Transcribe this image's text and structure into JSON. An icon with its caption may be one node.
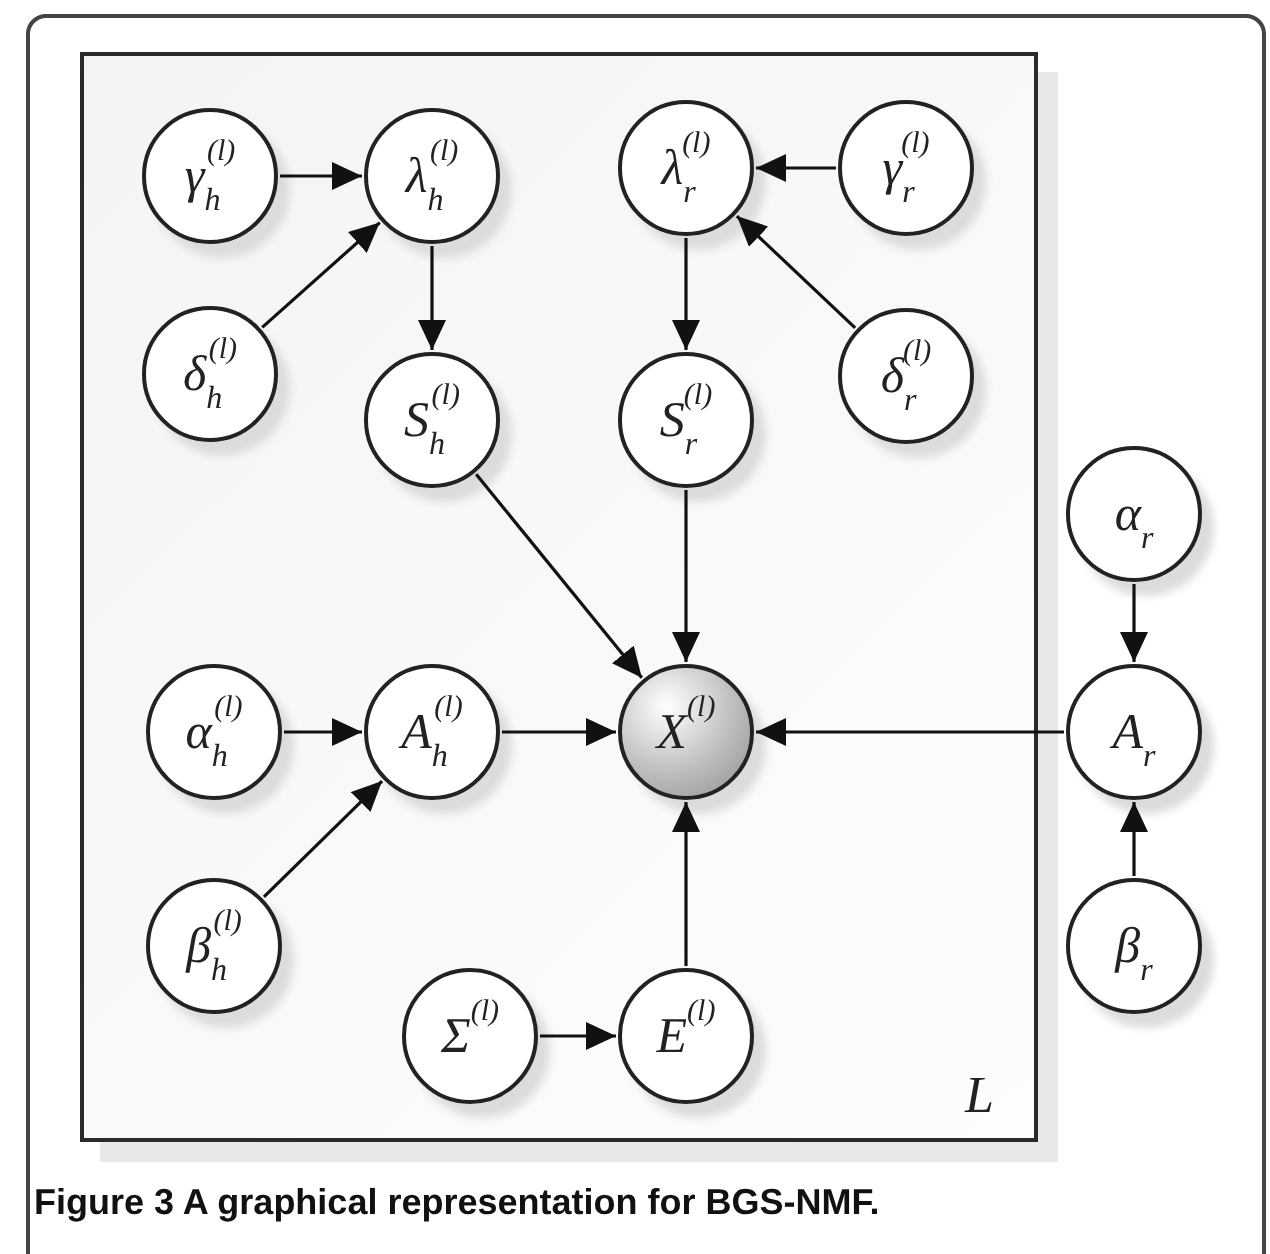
{
  "diagram": {
    "caption": "Figure 3 A graphical representation for BGS-NMF.",
    "nodes": [
      {
        "text": [
          "L"
        ]
      },
      {
        "text": [
          "γ$_{h}$$^{(l)}$"
        ],
        "in": 0
      },
      {
        "text": [
          "λ$_{h}$$^{(l)}$"
        ],
        "in": 0
      },
      {
        "text": [
          "λ$_{r}$$^{(l)}$"
        ],
        "in": 0
      },
      {
        "text": [
          "γ$_{r}$$^{(l)}$"
        ],
        "in": 0
      },
      {
        "text": [
          "δ$_{h}$$^{(l)}$"
        ],
        "in": 0
      },
      {
        "text": [
          "S$_{h}$$^{(l)}$"
        ],
        "in": 0
      },
      {
        "text": [
          "S$_{r}$$^{(l)}$"
        ],
        "in": 0
      },
      {
        "text": [
          "δ$_{r}$$^{(l)}$"
        ],
        "in": 0
      },
      {
        "text": [
          "α$_{r}$"
        ]
      },
      {
        "text": [
          "α$_{h}$$^{(l)}$"
        ],
        "in": 0
      },
      {
        "text": [
          "A$_{h}$$^{(l)}$"
        ],
        "in": 0
      },
      {
        "text": [
          "X$^{(l)}$"
        ],
        "in": 0
      },
      {
        "text": [
          "A$_{r}$"
        ]
      },
      {
        "text": [
          "β$_{h}$$^{(l)}$"
        ],
        "in": 0
      },
      {
        "text": [
          "β$_{r}$"
        ]
      },
      {
        "text": [
          "Σ$^{(l)}$"
        ],
        "in": 0
      },
      {
        "text": [
          "E$^{(l)}$"
        ],
        "in": 0
      }
    ],
    "edges": [
      {
        "from": 1,
        "to": 2,
        "arrow": "to"
      },
      {
        "from": 5,
        "to": 2,
        "arrow": "to"
      },
      {
        "from": 2,
        "to": 6,
        "arrow": "to"
      },
      {
        "from": 4,
        "to": 3,
        "arrow": "to"
      },
      {
        "from": 8,
        "to": 3,
        "arrow": "to"
      },
      {
        "from": 3,
        "to": 7,
        "arrow": "to"
      },
      {
        "from": 6,
        "to": 12,
        "arrow": "to"
      },
      {
        "from": 7,
        "to": 12,
        "arrow": "to"
      },
      {
        "from": 10,
        "to": 11,
        "arrow": "to"
      },
      {
        "from": 14,
        "to": 11,
        "arrow": "to"
      },
      {
        "from": 11,
        "to": 12,
        "arrow": "to"
      },
      {
        "from": 13,
        "to": 12,
        "arrow": "to"
      },
      {
        "from": 9,
        "to": 13,
        "arrow": "to"
      },
      {
        "from": 15,
        "to": 13,
        "arrow": "to"
      },
      {
        "from": 16,
        "to": 17,
        "arrow": "to"
      },
      {
        "from": 17,
        "to": 12,
        "arrow": "to"
      }
    ]
  }
}
